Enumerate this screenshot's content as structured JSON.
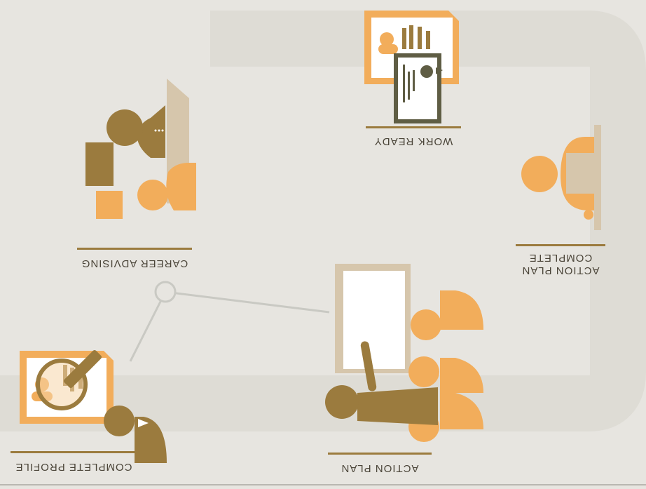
{
  "steps": [
    {
      "id": "complete-profile",
      "label": "COMPLETE PROFILE"
    },
    {
      "id": "action-plan",
      "label": "ACTION PLAN"
    },
    {
      "id": "career-advising",
      "label": "CAREER ADVISING"
    },
    {
      "id": "complete-action-plan",
      "label_line1": "COMPLETE",
      "label_line2": "ACTION PLAN"
    },
    {
      "id": "work-ready",
      "label": "WORK READY"
    }
  ],
  "colors": {
    "background": "#e7e5e0",
    "path": "#dedcd5",
    "orange": "#f2ad5b",
    "brown": "#9b7b3e",
    "dark_green": "#5f5d44",
    "beige": "#d6c6ac",
    "connector": "#c9c9c3"
  }
}
